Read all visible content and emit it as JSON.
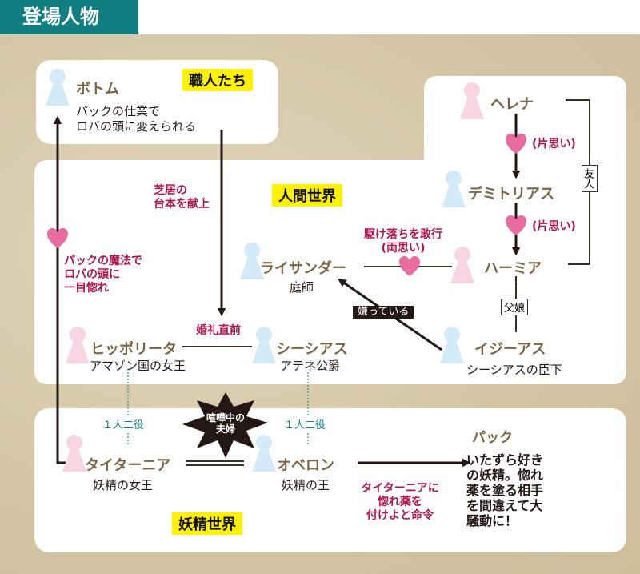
{
  "title": "登場人物",
  "groups": {
    "craftsmen": "職人たち",
    "human": "人間世界",
    "fairy": "妖精世界"
  },
  "characters": {
    "bottom": {
      "name": "ボトム",
      "desc1": "パックの仕業で",
      "desc2": "ロバの頭に変えられる"
    },
    "helena": {
      "name": "ヘレナ"
    },
    "demetrius": {
      "name": "デミトリアス"
    },
    "hermia": {
      "name": "ハーミア"
    },
    "lysander": {
      "name": "ライサンダー",
      "desc": "庭師"
    },
    "egeus": {
      "name": "イジーアス",
      "desc": "シーシアスの臣下"
    },
    "hippolyta": {
      "name": "ヒッポリータ",
      "desc": "アマゾン国の女王"
    },
    "theseus": {
      "name": "シーシアス",
      "desc": "アテネ公爵"
    },
    "titania": {
      "name": "タイターニア",
      "desc": "妖精の女王"
    },
    "oberon": {
      "name": "オベロン",
      "desc": "妖精の王"
    },
    "puck": {
      "name": "パック",
      "desc1": "いたずら好き",
      "desc2": "の妖精。惚れ",
      "desc3": "薬を塗る相手",
      "desc4": "を間違えて大",
      "desc5": "騒動に！"
    }
  },
  "relations": {
    "play1": "芝居の",
    "play2": "台本を献上",
    "magic1": "パックの魔法で",
    "magic2": "ロバの頭に",
    "magic3": "一目惚れ",
    "unrequited1": "(片思い)",
    "unrequited2": "(片思い)",
    "friends": "友人",
    "elope1": "駆け落ちを敢行",
    "elope2": "(両思い)",
    "father": "父娘",
    "hates": "嫌っている",
    "wedding": "婚礼直前",
    "double1": "１人二役",
    "double2": "１人二役",
    "quarrel1": "喧嘩中の",
    "quarrel2": "夫婦",
    "order1": "タイターニアに",
    "order2": "惚れ薬を",
    "order3": "付けよと命令"
  },
  "colors": {
    "teal": "#117f82",
    "pink": "#f7d5e3",
    "blue": "#d3ebf8",
    "heart": "#e96ba0",
    "name": "#7a6644"
  }
}
